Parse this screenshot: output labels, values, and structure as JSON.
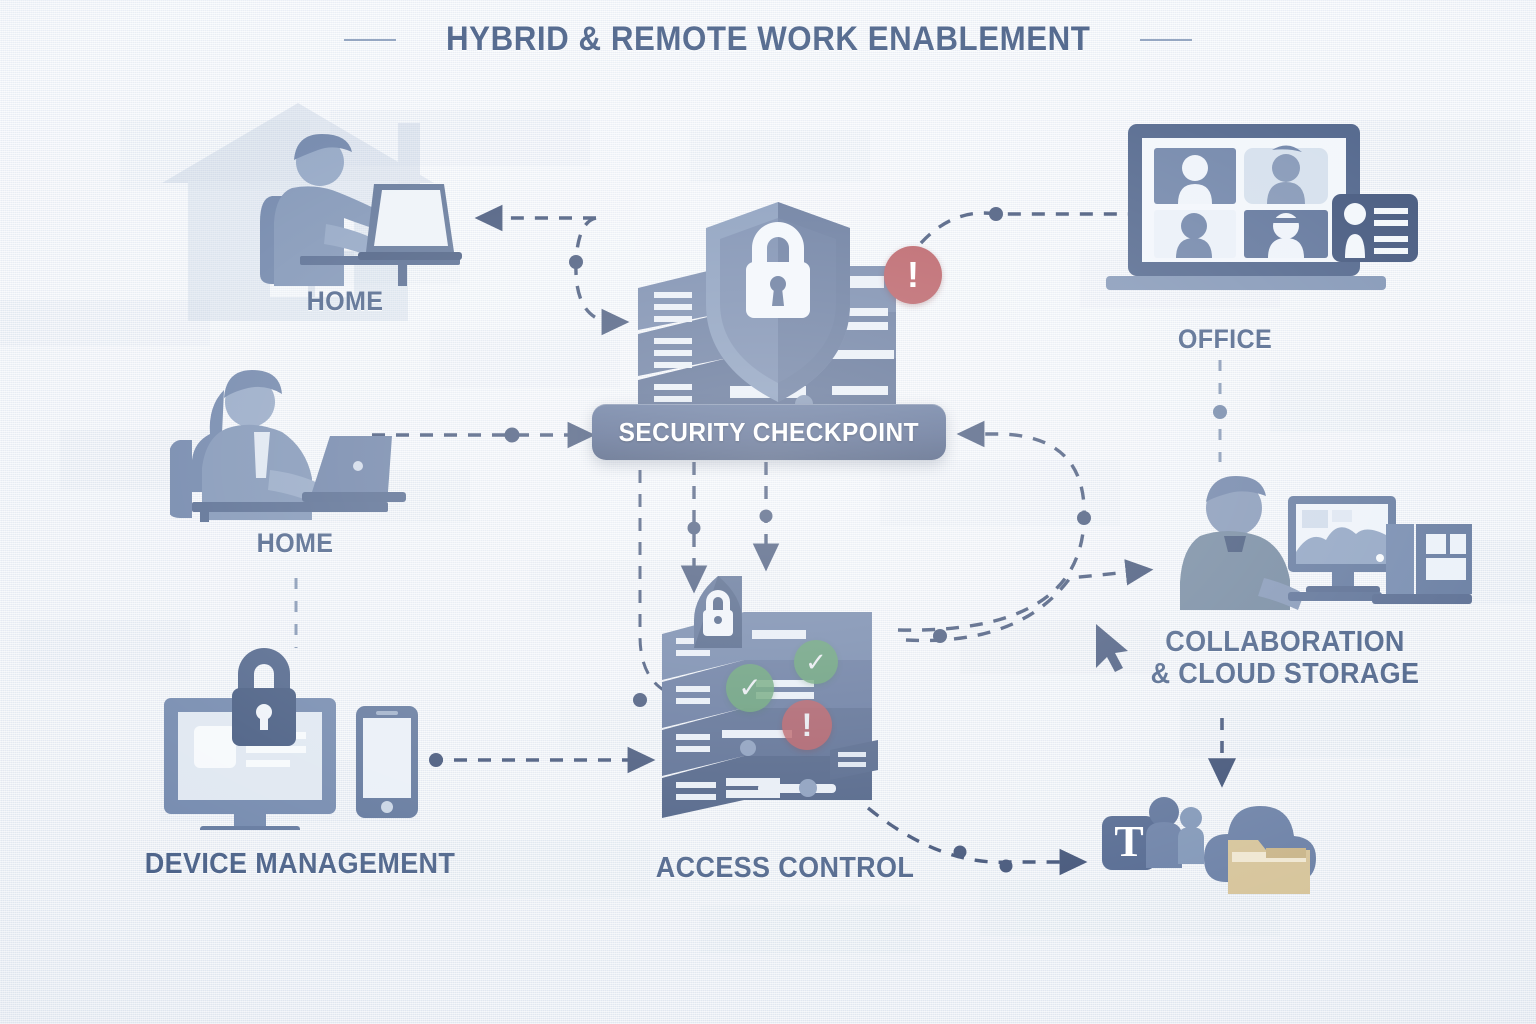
{
  "diagram": {
    "title": "HYBRID & REMOTE WORK ENABLEMENT",
    "type": "flow-diagram",
    "style": {
      "background": "#eef1f6",
      "accent": "#4a6188",
      "node_fill": "#7d92b4",
      "banner_fill": "#4d6089",
      "connector": "#3f5176",
      "alert_color": "#b5555c",
      "ok_color": "#5f9e6e",
      "folder_color": "#d6c49a"
    },
    "nodes": [
      {
        "id": "home-top",
        "label": "HOME",
        "icon": "person-at-laptop-icon"
      },
      {
        "id": "home-mid",
        "label": "HOME",
        "icon": "woman-at-laptop-icon"
      },
      {
        "id": "device-mgmt",
        "label": "DEVICE MANAGEMENT",
        "icon": "monitor-lock-phone-icon"
      },
      {
        "id": "checkpoint",
        "label": "SECURITY CHECKPOINT",
        "icon": "shield-lock-servers-icon"
      },
      {
        "id": "access-control",
        "label": "ACCESS CONTROL",
        "icon": "server-stack-shield-icon"
      },
      {
        "id": "office",
        "label": "OFFICE",
        "icon": "laptop-video-call-icon"
      },
      {
        "id": "collaboration",
        "label_line1": "COLLABORATION",
        "label_line2": "& CLOUD STORAGE",
        "icon": "person-at-desktop-icon"
      },
      {
        "id": "cloud-apps",
        "label": "",
        "icon": "teams-and-cloud-folder-icon"
      }
    ],
    "badges": [
      {
        "on": "checkpoint",
        "kind": "alert",
        "glyph": "!"
      },
      {
        "on": "access-control",
        "kind": "ok",
        "glyph": "✓"
      },
      {
        "on": "access-control",
        "kind": "ok",
        "glyph": "✓"
      },
      {
        "on": "access-control",
        "kind": "alert",
        "glyph": "!"
      }
    ],
    "connections": [
      {
        "from": "checkpoint",
        "to": "home-top",
        "style": "dashed-curve",
        "arrow": "end"
      },
      {
        "from": "home-top",
        "to": "checkpoint",
        "style": "dashed-curve",
        "arrow": "end"
      },
      {
        "from": "home-mid",
        "to": "checkpoint",
        "style": "dashed-line",
        "arrow": "end"
      },
      {
        "from": "home-mid",
        "to": "device-mgmt",
        "style": "dashed-line",
        "arrow": "none"
      },
      {
        "from": "device-mgmt",
        "to": "access-control",
        "style": "dashed-line",
        "arrow": "end"
      },
      {
        "from": "checkpoint",
        "to": "office",
        "style": "dashed-curve",
        "arrow": "end"
      },
      {
        "from": "checkpoint",
        "to": "access-control",
        "style": "dashed-line",
        "arrow": "end"
      },
      {
        "from": "checkpoint",
        "to": "access-control",
        "style": "dashed-line",
        "arrow": "end"
      },
      {
        "from": "access-control",
        "to": "checkpoint",
        "style": "dashed-curve",
        "arrow": "end"
      },
      {
        "from": "checkpoint",
        "to": "collaboration",
        "style": "dashed-curve",
        "arrow": "end"
      },
      {
        "from": "access-control",
        "to": "cloud-apps",
        "style": "dashed-curve",
        "arrow": "end"
      },
      {
        "from": "office",
        "to": "collaboration",
        "style": "dashed-line",
        "arrow": "none"
      },
      {
        "from": "collaboration",
        "to": "cloud-apps",
        "style": "dashed-line",
        "arrow": "end"
      }
    ],
    "cursor_icon": "mouse-pointer-icon"
  }
}
